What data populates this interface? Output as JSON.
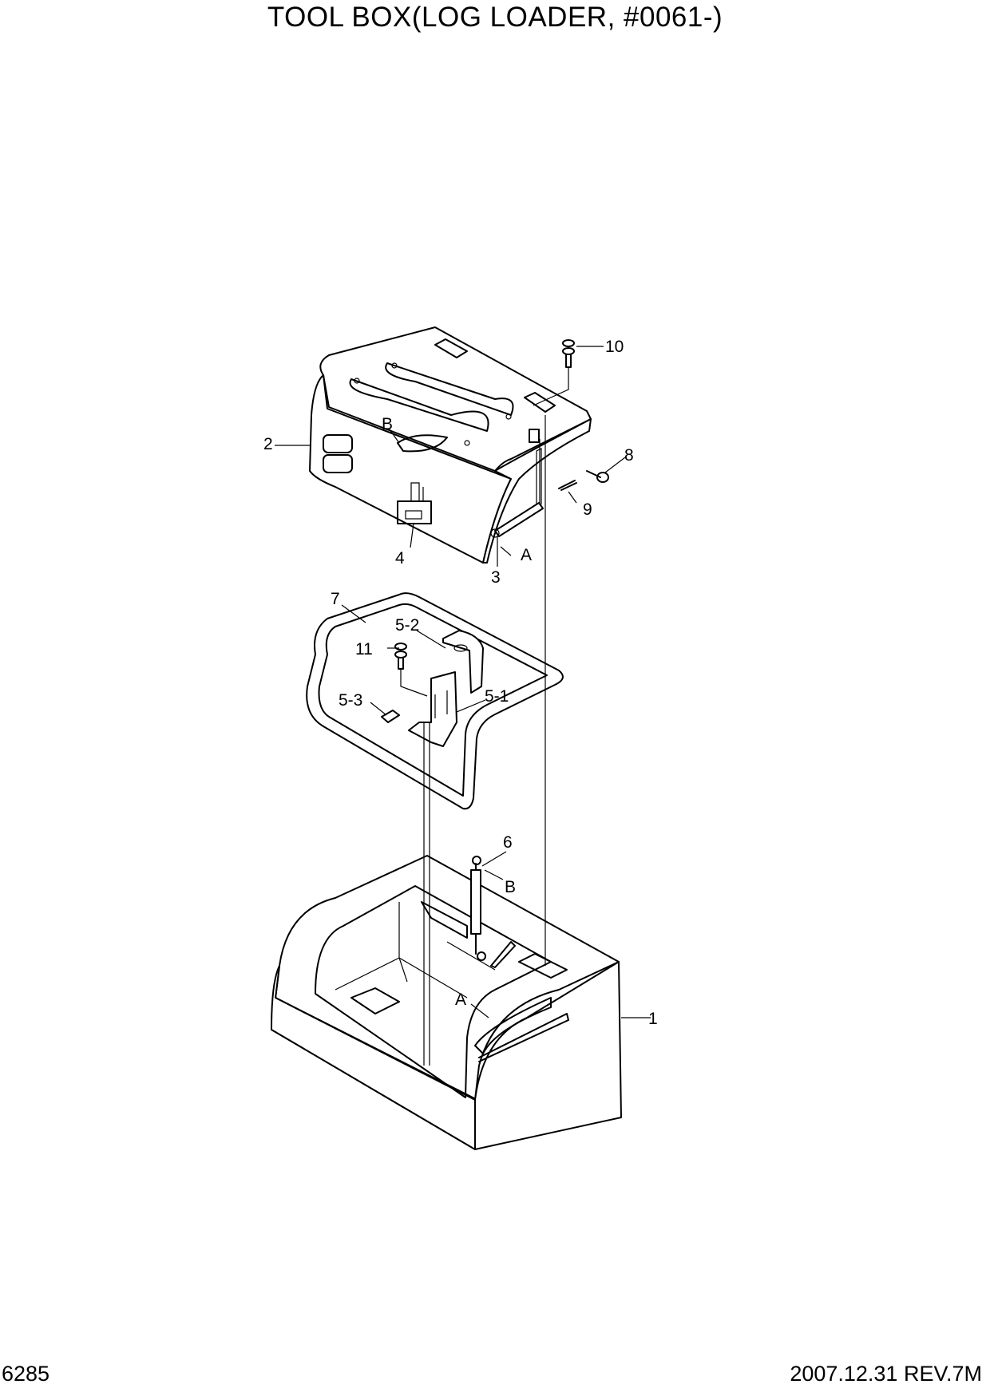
{
  "title": "TOOL BOX(LOG LOADER, #0061-)",
  "footer": {
    "page_number": "6285",
    "revision": "2007.12.31 REV.7M"
  },
  "callouts": {
    "c1": "1",
    "c2": "2",
    "c3": "3",
    "c4": "4",
    "c5_1": "5-1",
    "c5_2": "5-2",
    "c5_3": "5-3",
    "c6": "6",
    "c7": "7",
    "c8": "8",
    "c9": "9",
    "c10": "10",
    "c11": "11",
    "ref_a_top": "A",
    "ref_a_bottom": "A",
    "ref_b_top": "B",
    "ref_b_bottom": "B"
  }
}
